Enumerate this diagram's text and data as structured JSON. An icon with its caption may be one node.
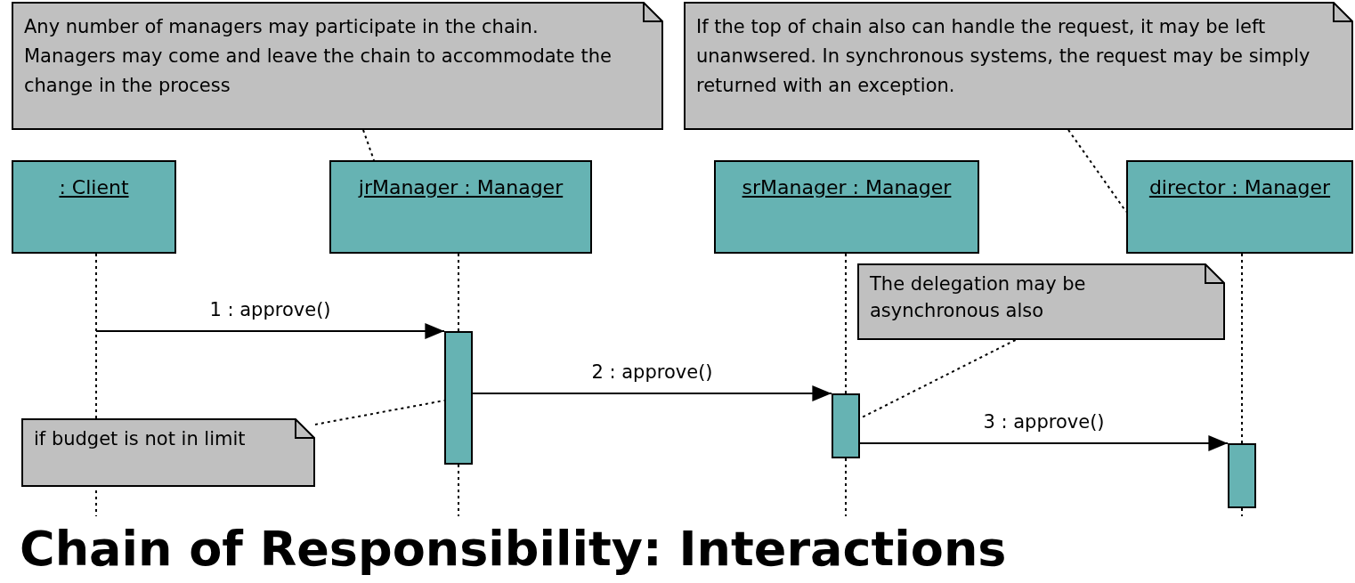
{
  "diagram": {
    "title": "Chain of Responsibility: Interactions",
    "nodes": [
      {
        "text": [
          "Any number of managers may participate in the chain. Managers may come and leave the chain to accommodate the change in the process"
        ]
      },
      {
        "text": [
          "If the top of chain also can handle the request, it may be left unanwsered. In synchronous systems, the request may be simply returned with an exception."
        ]
      },
      {
        "text": [
          ": Client"
        ]
      },
      {
        "text": [
          "jrManager : Manager"
        ]
      },
      {
        "text": [
          "srManager : Manager"
        ]
      },
      {
        "text": [
          "director : Manager"
        ]
      },
      {
        "text": [
          "The delegation may be asynchronous also"
        ]
      },
      {
        "text": [
          "if budget is not in limit"
        ]
      },
      {
        "text": [],
        "shape": "bar"
      },
      {
        "text": [],
        "shape": "bar"
      },
      {
        "text": [],
        "shape": "bar"
      }
    ],
    "edges": [
      {
        "from": 0,
        "to": 3,
        "arrow": "none",
        "style": "dashed"
      },
      {
        "from": 1,
        "to": 5,
        "arrow": "none",
        "style": "dashed"
      },
      {
        "from": 2,
        "to": 8,
        "arrow": "to",
        "label": "1 : approve()"
      },
      {
        "from": 8,
        "to": 9,
        "arrow": "to",
        "label": "2 : approve()"
      },
      {
        "from": 6,
        "to": 9,
        "arrow": "none",
        "style": "dashed"
      },
      {
        "from": 7,
        "to": 8,
        "arrow": "none",
        "style": "dashed"
      },
      {
        "from": 9,
        "to": 10,
        "arrow": "to",
        "label": "3 : approve()"
      },
      {
        "from": 2,
        "to": null,
        "arrow": "none",
        "style": "dashed"
      },
      {
        "from": 3,
        "to": 8,
        "arrow": "none",
        "style": "dashed"
      },
      {
        "from": 8,
        "to": null,
        "arrow": "none",
        "style": "dashed"
      },
      {
        "from": 4,
        "to": 9,
        "arrow": "none",
        "style": "dashed"
      },
      {
        "from": 9,
        "to": null,
        "arrow": "none",
        "style": "dashed"
      },
      {
        "from": 5,
        "to": 10,
        "arrow": "none",
        "style": "dashed"
      },
      {
        "from": 10,
        "to": null,
        "arrow": "none",
        "style": "dashed"
      }
    ]
  }
}
